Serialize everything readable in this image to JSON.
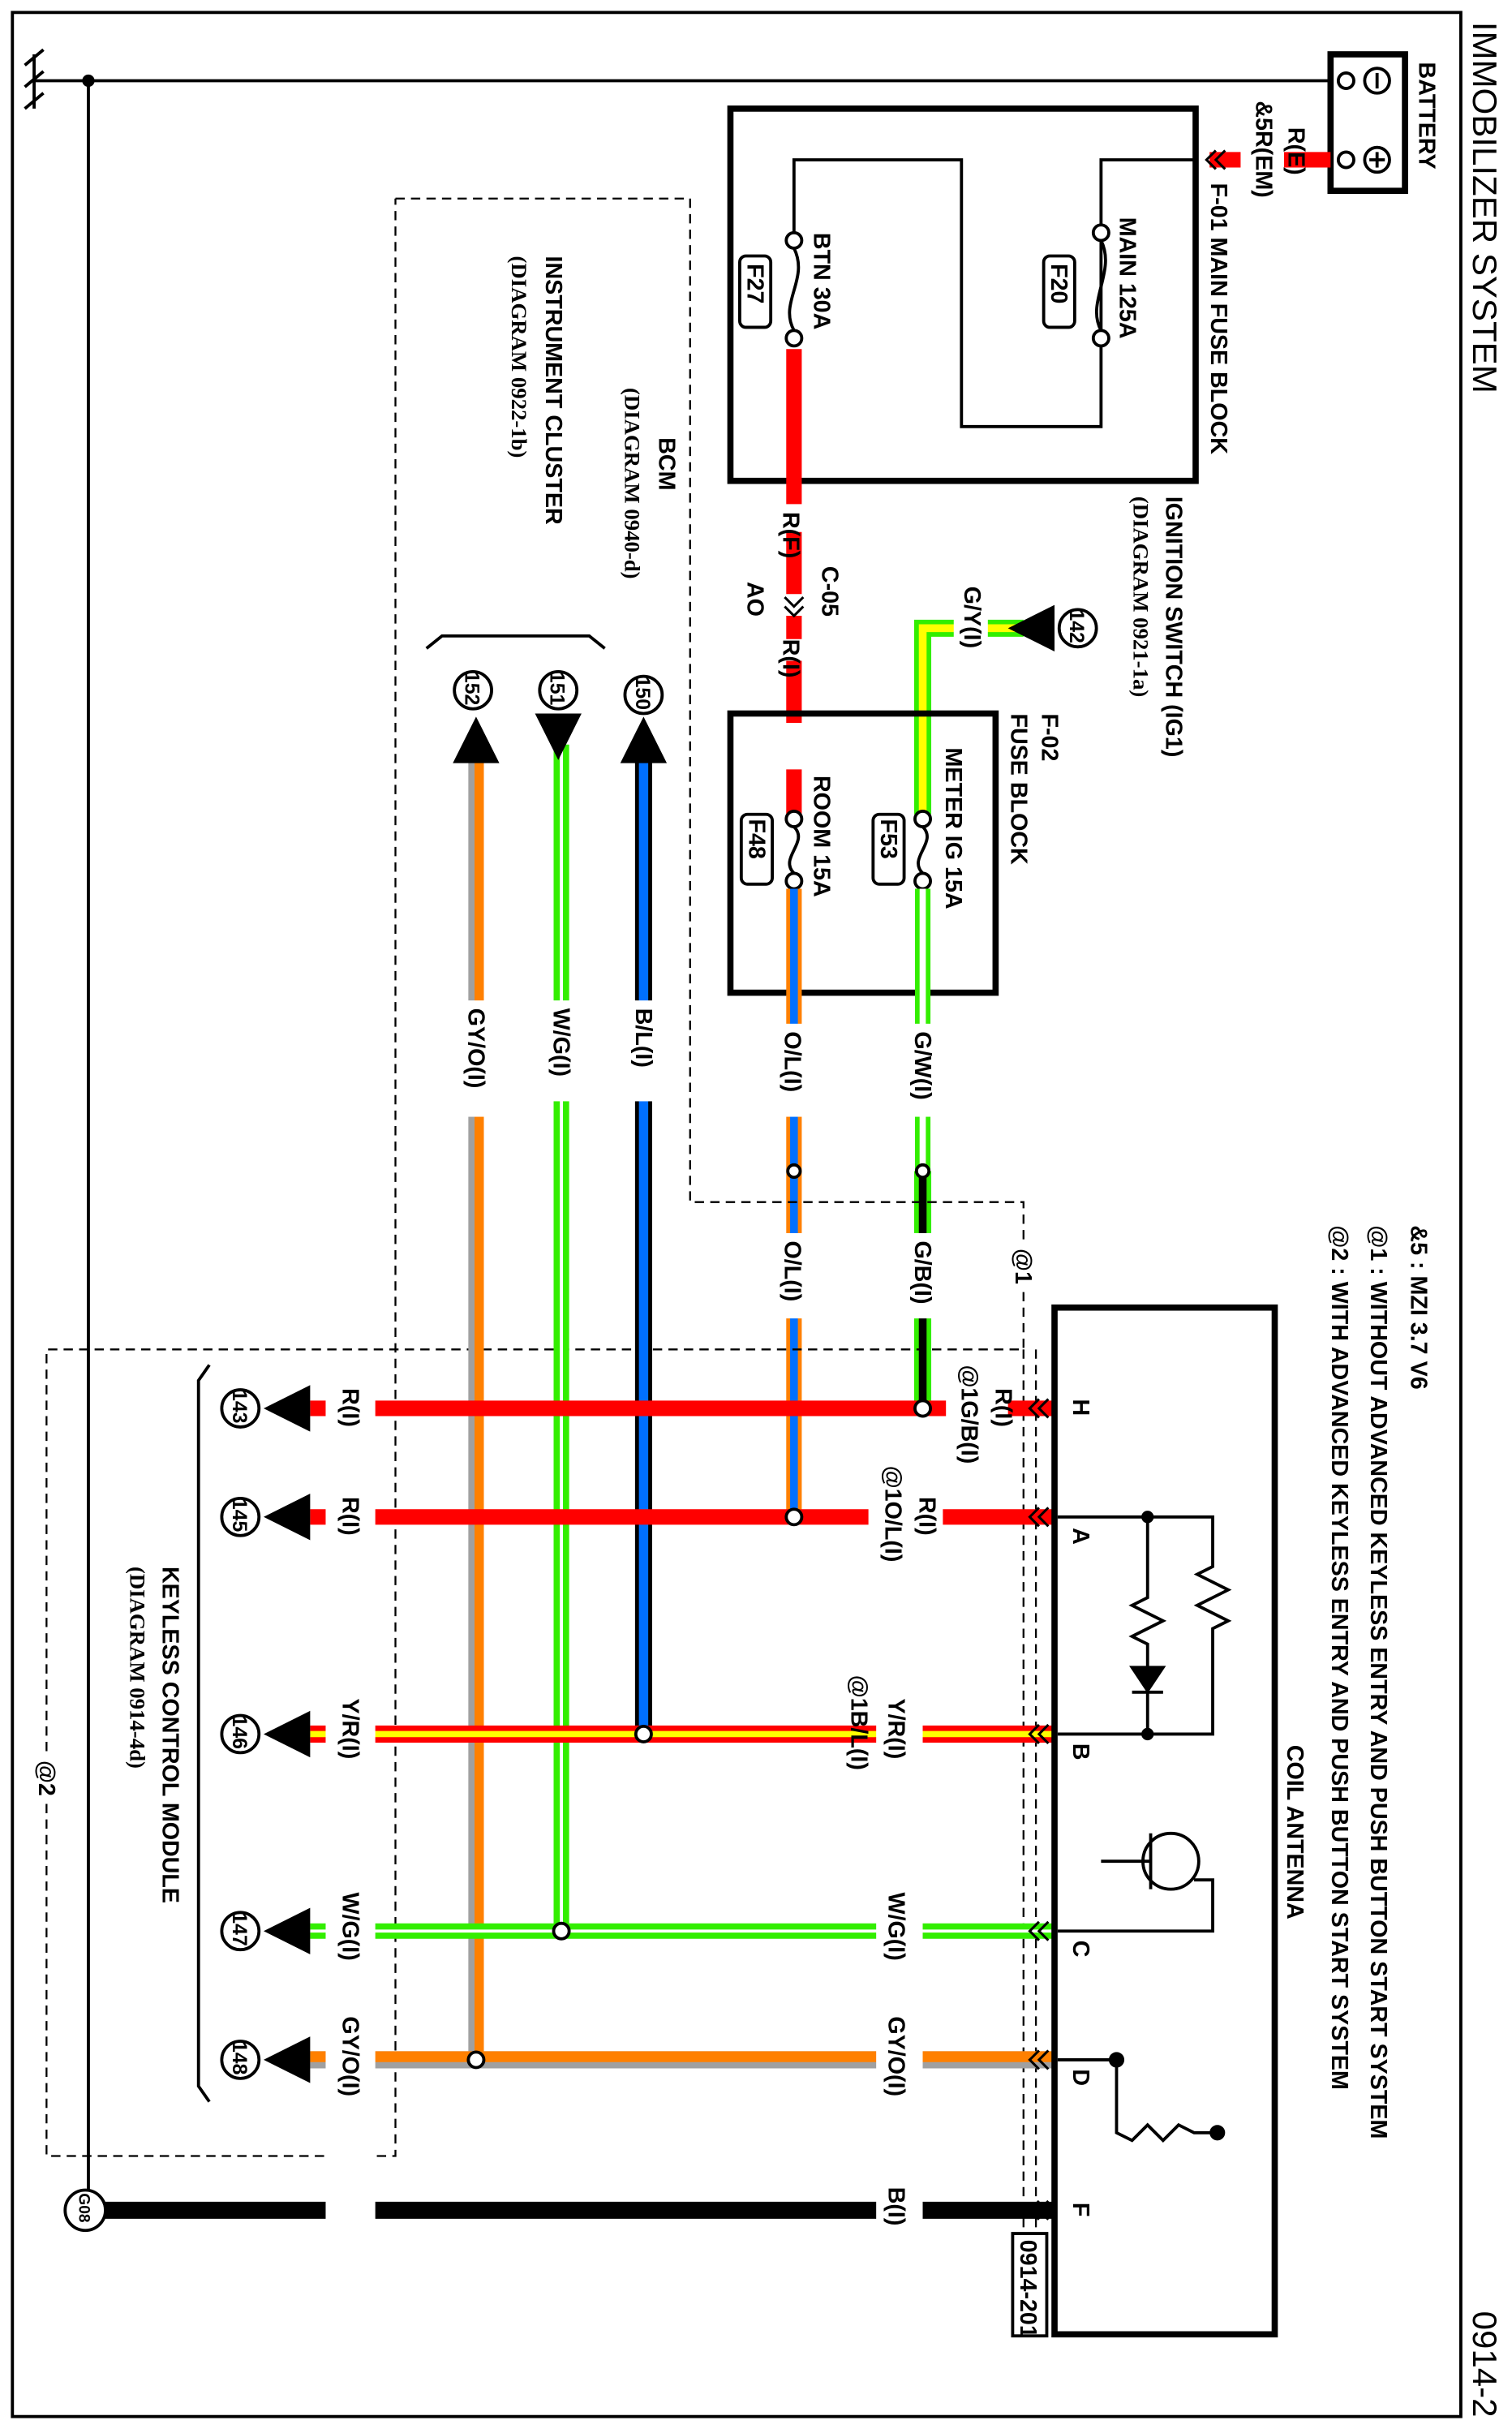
{
  "title": "IMMOBILIZER SYSTEM",
  "page_number": "0914-2",
  "notes": [
    "&5 : MZI 3.7 V6",
    "@1 : WITHOUT ADVANCED KEYLESS ENTRY AND PUSH BUTTON START SYSTEM",
    "@2 : WITH ADVANCED KEYLESS ENTRY AND PUSH BUTTON START SYSTEM"
  ],
  "battery": {
    "label": "BATTERY",
    "wire1": "R(E)",
    "wire2": "&5R(EM)"
  },
  "main_fuse_block": {
    "label": "F-01  MAIN FUSE BLOCK",
    "main_fuse": "MAIN 125A",
    "main_id": "F20",
    "btn_fuse": "BTN 30A",
    "btn_id": "F27"
  },
  "connector_c05": {
    "label": "C-05",
    "wire_in": "R(F)",
    "code": "AO",
    "wire_out": "R(I)"
  },
  "ignition": {
    "label": "IGNITION SWITCH (IG1)",
    "ref": "(DIAGRAM 0921-1a)",
    "wire": "G/Y(I)",
    "pin": "142"
  },
  "fuse_block_f02": {
    "label1": "F-02",
    "label2": "FUSE BLOCK",
    "meter_fuse": "METER IG 15A",
    "meter_id": "F53",
    "room_fuse": "ROOM 15A",
    "room_id": "F48"
  },
  "bcm": {
    "label": "BCM",
    "ref": "(DIAGRAM 0940-d)",
    "pins": [
      "150",
      "151",
      "152"
    ]
  },
  "cluster": {
    "label": "INSTRUMENT CLUSTER",
    "ref": "(DIAGRAM 0922-1b)"
  },
  "wires": {
    "gw": "G/W(I)",
    "ol": "O/L(I)",
    "bl": "B/L(I)",
    "wg": "W/G(I)",
    "gyo": "GY/O(I)",
    "gb": "G/B(I)",
    "ol2": "O/L(I)"
  },
  "option_marks": {
    "at1": "@1",
    "at2": "@2"
  },
  "antenna": {
    "label": "COIL ANTENNA",
    "connector": "0914-201",
    "pins": [
      "H",
      "A",
      "B",
      "C",
      "D",
      "F"
    ],
    "wire_labels": [
      "R(I)",
      "R(I)",
      "Y/R(I)",
      "W/G(I)",
      "GY/O(I)",
      "B(I)"
    ],
    "alt_labels": [
      "@1G/B(I)",
      "@1O/L(I)",
      "@1B/L(I)"
    ]
  },
  "kcm": {
    "label": "KEYLESS CONTROL MODULE",
    "ref": "(DIAGRAM 0914-4d)",
    "pins": [
      "143",
      "145",
      "146",
      "147",
      "148"
    ],
    "wire_labels": [
      "R(I)",
      "R(I)",
      "Y/R(I)",
      "W/G(I)",
      "GY/O(I)"
    ]
  },
  "ground": {
    "label": "G08"
  },
  "colors": {
    "red": "#ff0000",
    "green": "#33ee00",
    "yellow": "#ffff00",
    "orange": "#ff8000",
    "blue": "#0070ff",
    "gray": "#a0a0a0",
    "black": "#000000"
  }
}
